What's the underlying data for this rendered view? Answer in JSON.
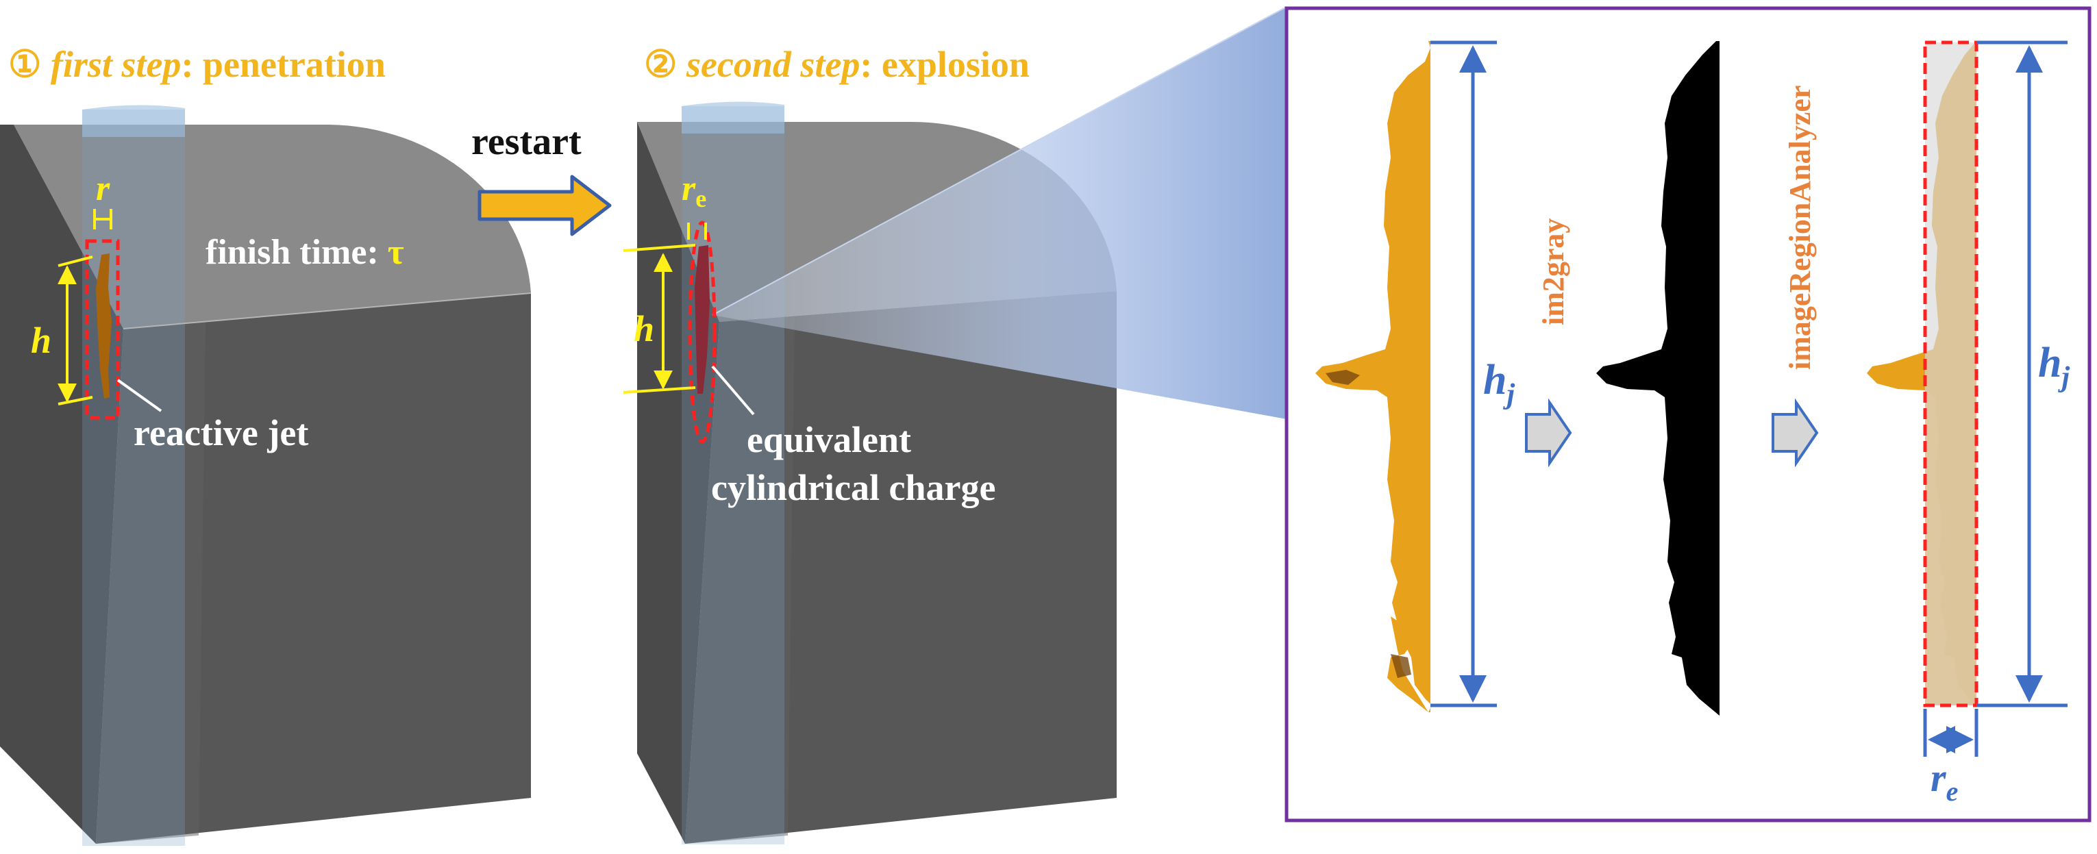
{
  "step1": {
    "circle": "①",
    "italic": "first step",
    "rest": ": penetration",
    "finish_label": "finish time: ",
    "tau": "τ",
    "r_label": "r",
    "h_label": "h",
    "jet_label": "reactive jet"
  },
  "restart_label": "restart",
  "step2": {
    "circle": "②",
    "italic": "second step",
    "rest": ": explosion",
    "re_r": "r",
    "re_sub": "e",
    "h_label": "h",
    "charge_line1": "equivalent",
    "charge_line2": "cylindrical charge"
  },
  "panel": {
    "hj_h": "h",
    "hj_sub": "j",
    "im2gray": "im2gray",
    "analyzer": "imageRegionAnalyzer",
    "re_r": "r",
    "re_sub": "e"
  },
  "colors": {
    "title": "#F2B51D",
    "jet": "#E8A11A",
    "dims_blue": "#3F6FC4",
    "panel_border": "#7030A0",
    "red_dash": "#FF2020",
    "yellow_dim": "#FFF01A",
    "function_label": "#E8823A"
  }
}
